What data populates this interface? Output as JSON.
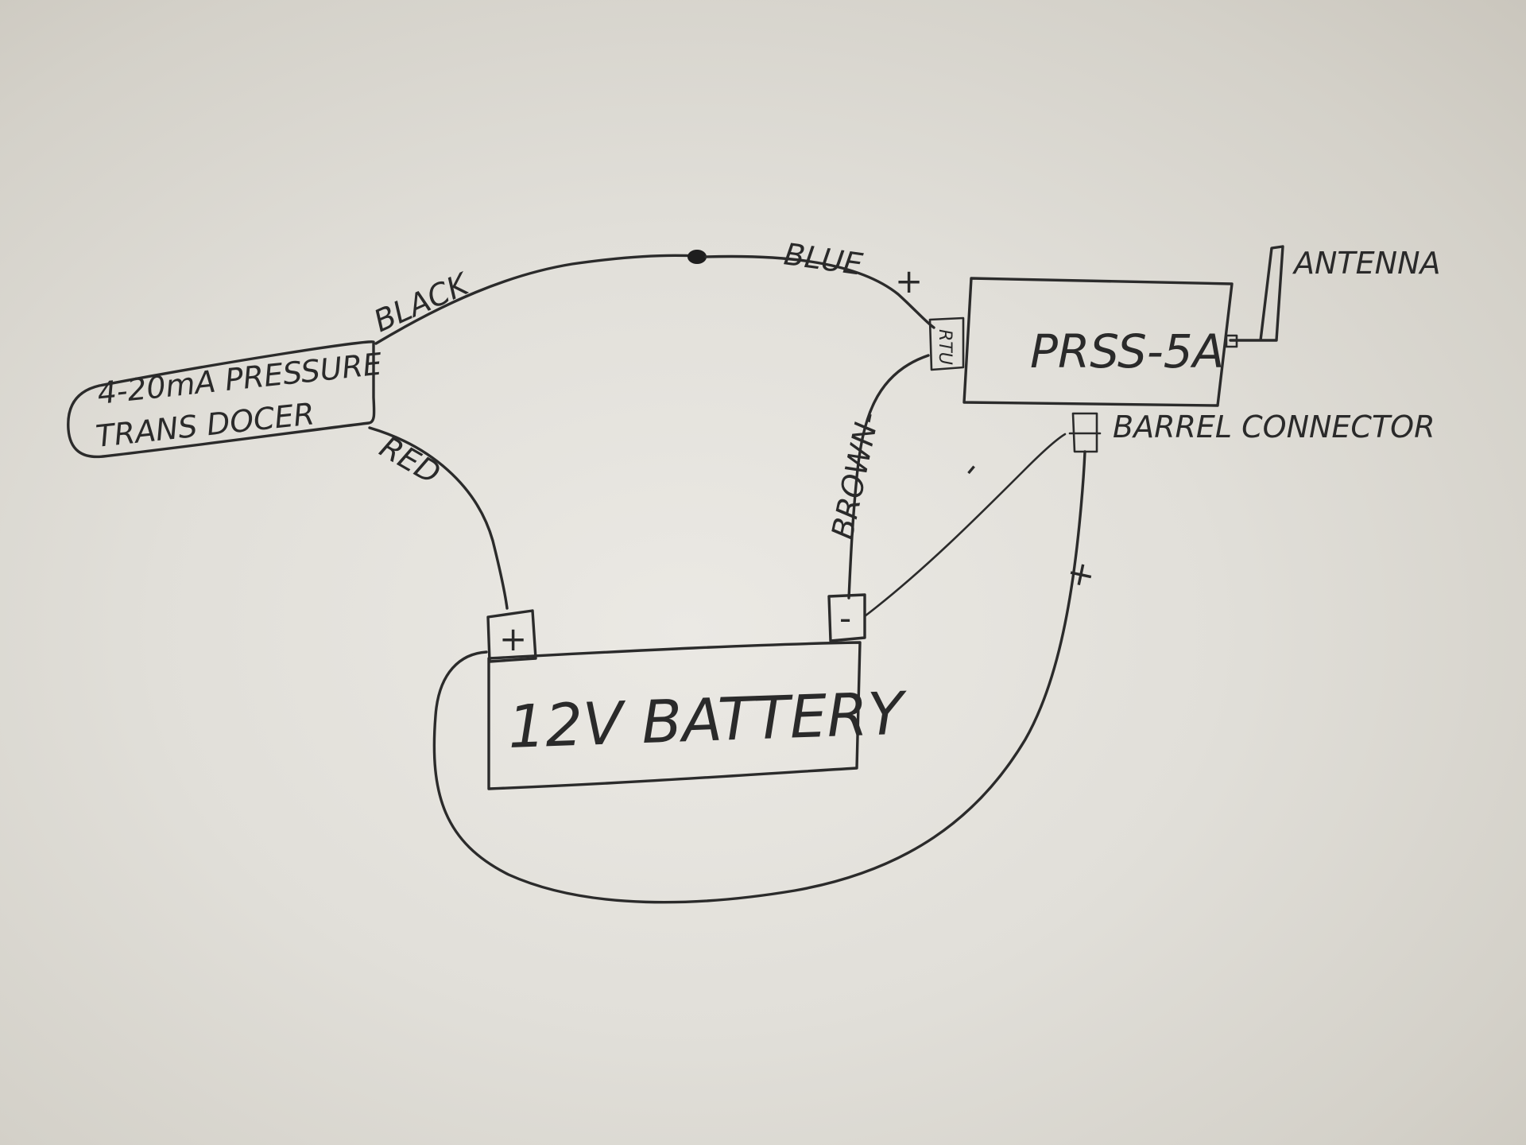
{
  "diagram": {
    "components": {
      "transducer": {
        "line1": "4-20mA PRESSURE",
        "line2": "TRANS DOCER"
      },
      "controller": {
        "label": "PRSS-5A"
      },
      "controller_terminal": {
        "label": "RTU"
      },
      "antenna": {
        "label": "ANTENNA"
      },
      "barrel_connector": {
        "label": "BARREL CONNECTOR"
      },
      "battery": {
        "label": "12V BATTERY",
        "positive_terminal": "+",
        "negative_terminal": "-"
      }
    },
    "wires": {
      "black": {
        "label": "BLACK"
      },
      "blue": {
        "label": "BLUE",
        "polarity": "+"
      },
      "red": {
        "label": "RED"
      },
      "brown": {
        "label": "BROWN-"
      },
      "barrel_negative": {
        "polarity": "-"
      },
      "barrel_positive": {
        "polarity": "+"
      }
    }
  }
}
